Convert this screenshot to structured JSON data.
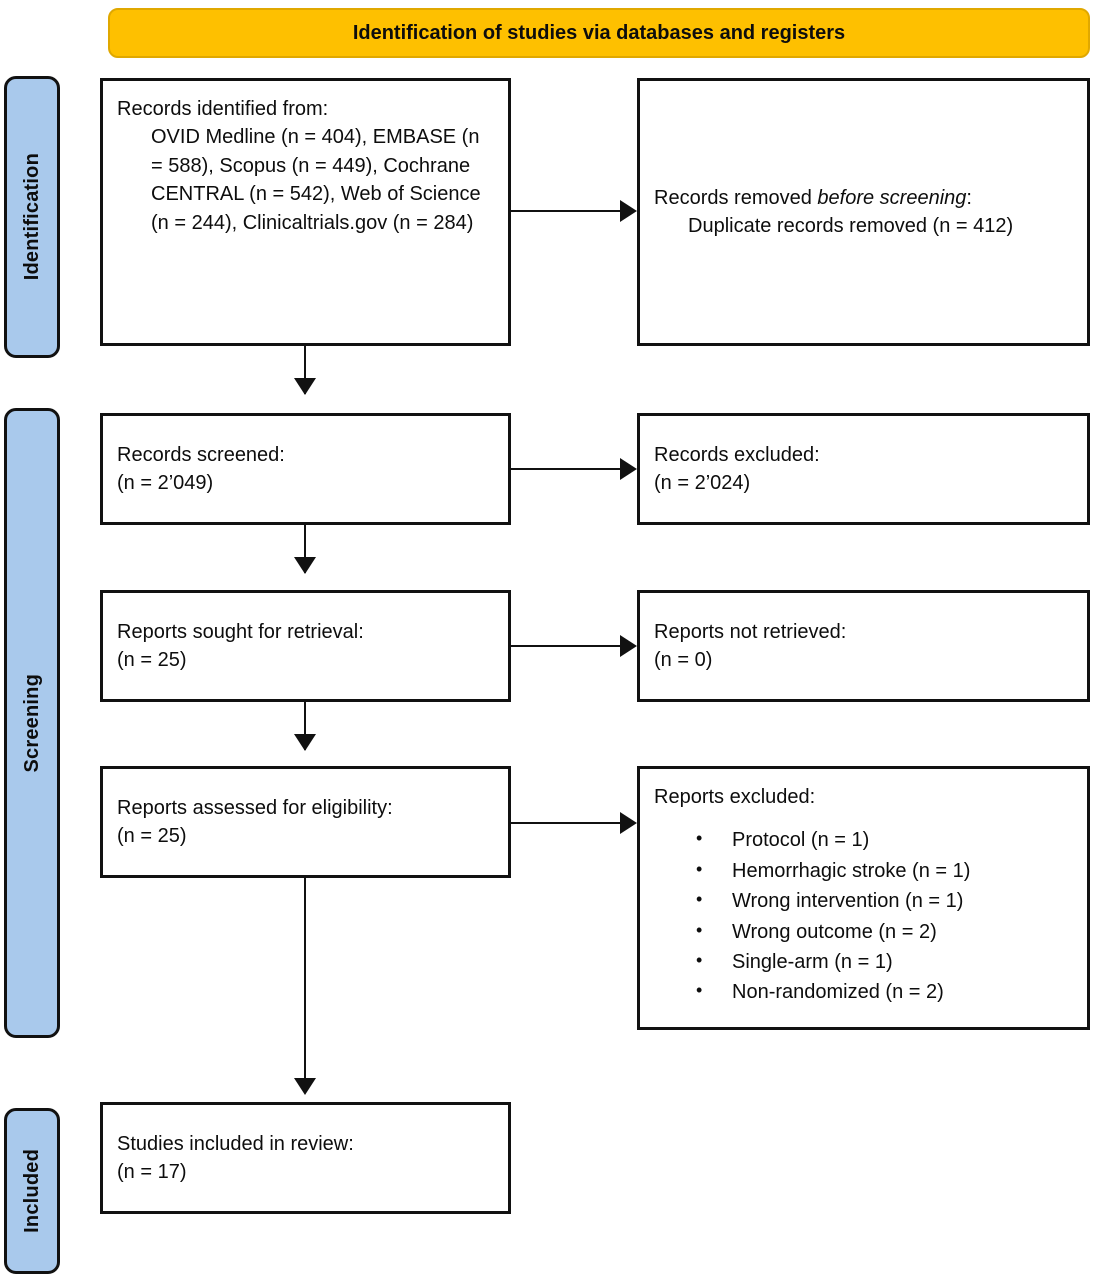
{
  "diagram": {
    "title": "Identification of studies via databases and registers",
    "type": "PRISMA flow diagram"
  },
  "colors": {
    "banner": "#FEC000",
    "phase_tab": "#A9C9EC",
    "box_border": "#111111",
    "box_fill": "#FFFFFF",
    "text": "#0D0D0D"
  },
  "phases": [
    {
      "key": "identification",
      "label": "Identification"
    },
    {
      "key": "screening",
      "label": "Screening"
    },
    {
      "key": "included",
      "label": "Included"
    }
  ],
  "boxes": {
    "identified": {
      "heading": "Records identified from:",
      "sources_line": "OVID Medline (n = 404), EMBASE (n = 588), Scopus (n = 449), Cochrane CENTRAL (n = 542), Web of Science (n = 244), Clinicaltrials.gov (n = 284)",
      "sources": [
        {
          "name": "OVID Medline",
          "n": 404
        },
        {
          "name": "EMBASE",
          "n": 588
        },
        {
          "name": "Scopus",
          "n": 449
        },
        {
          "name": "Cochrane CENTRAL",
          "n": 542
        },
        {
          "name": "Web of Science",
          "n": 244
        },
        {
          "name": "Clinicaltrials.gov",
          "n": 284
        }
      ]
    },
    "removed_before_screening": {
      "heading_pre": "Records removed ",
      "heading_italic": "before screening",
      "heading_post": ":",
      "detail": "Duplicate records removed (n = 412)",
      "n": 412
    },
    "records_screened": {
      "line1": "Records screened:",
      "line2": "(n = 2’049)",
      "n": 2049
    },
    "records_excluded": {
      "line1": "Records excluded:",
      "line2": "(n = 2’024)",
      "n": 2024
    },
    "reports_sought": {
      "line1": "Reports sought for retrieval:",
      "line2": "(n = 25)",
      "n": 25
    },
    "reports_not_retrieved": {
      "line1": "Reports not retrieved:",
      "line2": "(n = 0)",
      "n": 0
    },
    "reports_assessed": {
      "line1": "Reports assessed for eligibility:",
      "line2": "(n = 25)",
      "n": 25
    },
    "reports_excluded": {
      "heading": "Reports excluded:",
      "bullet_glyph": "•",
      "reasons": [
        {
          "label": "Protocol (n = 1)",
          "reason": "Protocol",
          "n": 1
        },
        {
          "label": "Hemorrhagic stroke (n = 1)",
          "reason": "Hemorrhagic stroke",
          "n": 1
        },
        {
          "label": "Wrong intervention (n = 1)",
          "reason": "Wrong intervention",
          "n": 1
        },
        {
          "label": "Wrong outcome (n = 2)",
          "reason": "Wrong outcome",
          "n": 2
        },
        {
          "label": "Single-arm (n = 1)",
          "reason": "Single-arm",
          "n": 1
        },
        {
          "label": "Non-randomized (n = 2)",
          "reason": "Non-randomized",
          "n": 2
        }
      ]
    },
    "studies_included": {
      "line1": "Studies included in review:",
      "line2": "(n = 17)",
      "n": 17
    }
  }
}
